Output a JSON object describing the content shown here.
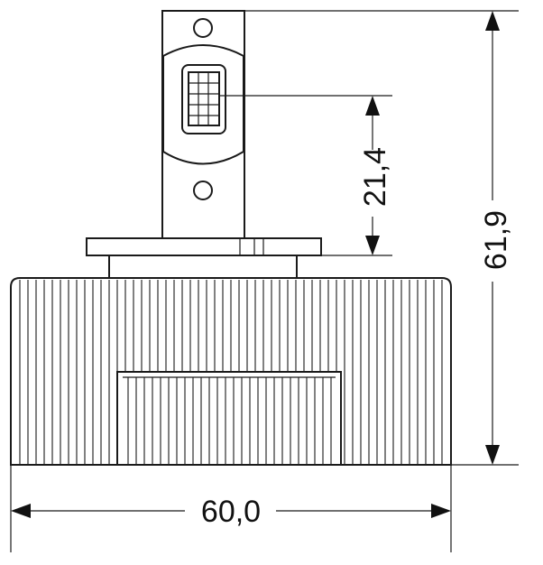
{
  "dimensions": {
    "width_label": "60,0",
    "total_height_label": "61,9",
    "chip_to_base_label": "21,4"
  },
  "colors": {
    "line": "#1a1a1a",
    "background": "#ffffff"
  }
}
